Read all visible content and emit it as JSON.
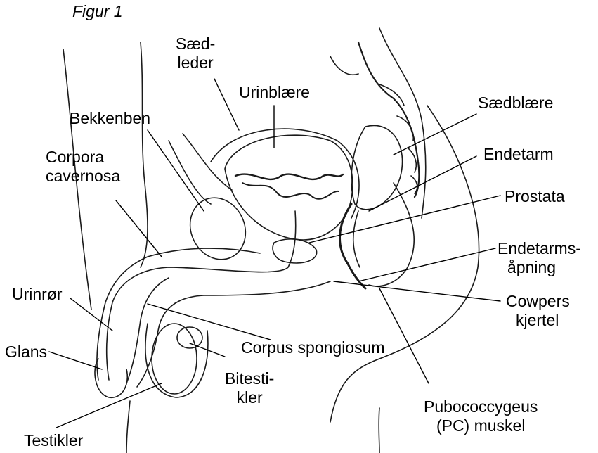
{
  "title": "Figur 1",
  "labels": {
    "saedleder": [
      "Sæd-",
      "leder"
    ],
    "urinblaere": "Urinblære",
    "bekkenben": "Bekkenben",
    "corpora_cavernosa": [
      "Corpora",
      "cavernosa"
    ],
    "saedblaere": "Sædblære",
    "endetarm": "Endetarm",
    "prostata": "Prostata",
    "endetarmsapning": [
      "Endetarms-",
      "åpning"
    ],
    "cowpers": [
      "Cowpers",
      "kjertel"
    ],
    "urinror": "Urinrør",
    "corpus_spongiosum": "Corpus spongiosum",
    "glans": "Glans",
    "bitestikler": [
      "Bitesti-",
      "kler"
    ],
    "pubococcygeus": [
      "Pubococcygeus",
      "(PC) muskel"
    ],
    "testikler": "Testikler"
  }
}
